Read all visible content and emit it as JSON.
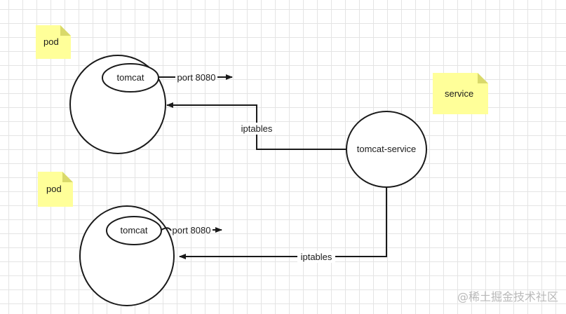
{
  "notes": {
    "pod_top": "pod",
    "service": "service",
    "pod_bottom": "pod"
  },
  "containers": {
    "top": "tomcat",
    "bottom": "tomcat"
  },
  "ports": {
    "top": "port 8080",
    "bottom": "port 8080"
  },
  "service_node": "tomcat-service",
  "routes": {
    "top": "iptables",
    "bottom": "iptables"
  },
  "watermark": "@稀土掘金技术社区",
  "colors": {
    "note_fill": "#ffff99",
    "note_fold": "#d9d96a",
    "stroke": "#1a1a1a",
    "grid": "#e4e4e4"
  }
}
